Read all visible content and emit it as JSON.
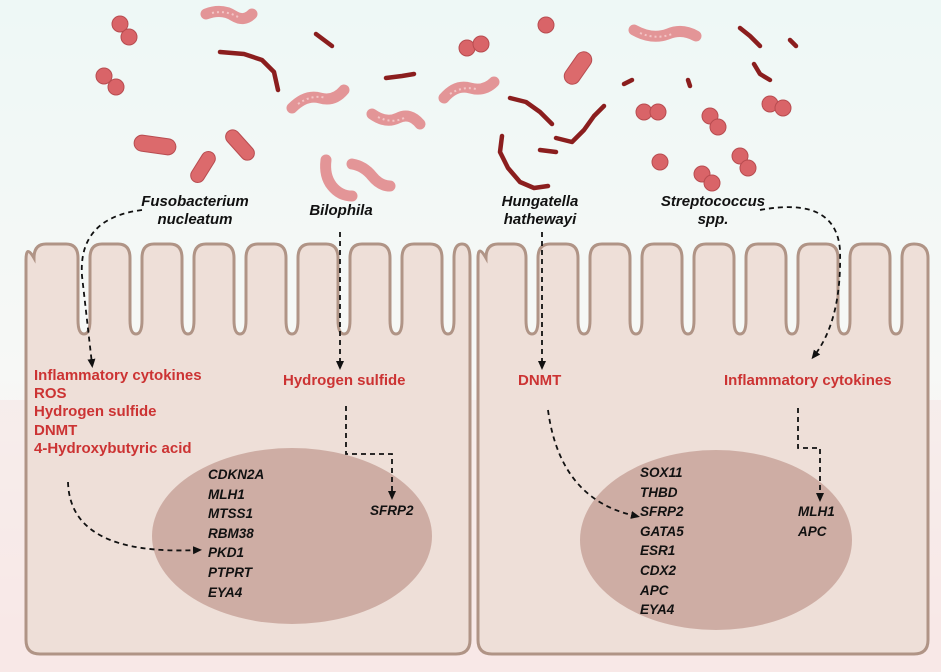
{
  "bacteria": {
    "fusobacterium": "Fusobacterium\nnucleatum",
    "bilophila": "Bilophila",
    "hungatella": "Hungatella\nhathewayi",
    "streptococcus": "Streptococcus\nspp."
  },
  "left_cell": {
    "metabolites": [
      "Inflammatory cytokines",
      "ROS",
      "Hydrogen sulfide",
      "DNMT",
      "4-Hydroxybutyric acid"
    ],
    "hydrogen_sulfide": "Hydrogen sulfide",
    "genes": [
      "CDKN2A",
      "MLH1",
      "MTSS1",
      "RBM38",
      "PKD1",
      "PTPRT",
      "EYA4"
    ],
    "sfrp2": "SFRP2"
  },
  "right_cell": {
    "dnmt": "DNMT",
    "inflammatory": "Inflammatory cytokines",
    "genes": [
      "SOX11",
      "THBD",
      "SFRP2",
      "GATA5",
      "ESR1",
      "CDX2",
      "APC",
      "EYA4"
    ],
    "genes_b": [
      "MLH1",
      "APC"
    ]
  },
  "colors": {
    "metabolite_text": "#cc3333",
    "cell_fill": "#eedfd8",
    "cell_border": "#b09486",
    "nucleus": "#c8a59b",
    "bacteria_coccus": "#d96468",
    "bacteria_rod": "#dc6a6c",
    "bacteria_filament": "#8b1e1e",
    "bacteria_spirillum": "#e39597"
  }
}
